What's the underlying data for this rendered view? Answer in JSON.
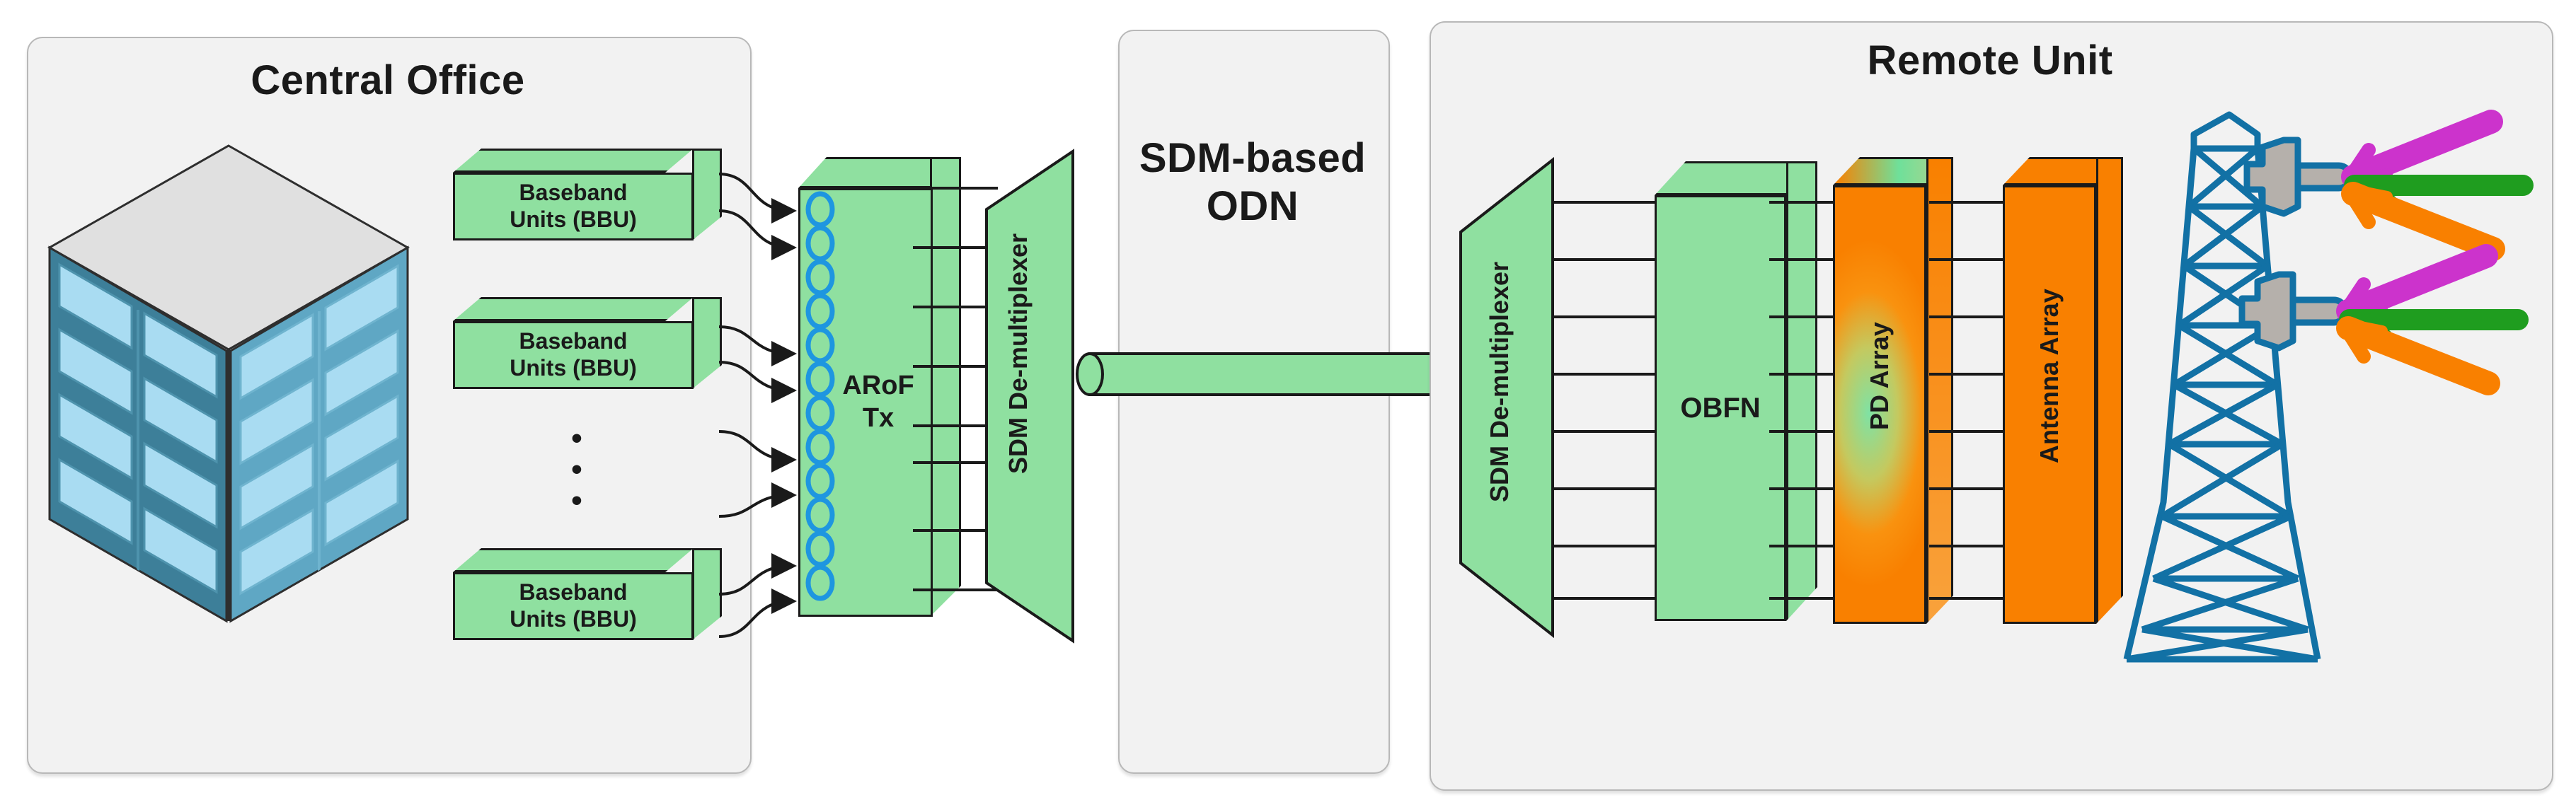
{
  "diagram": {
    "title_hidden": "ARoF fronthaul over SDM-based ODN",
    "colors": {
      "panel_bg": "#f2f2f2",
      "panel_border": "#b8b8b8",
      "green_block": "#8fe0a0",
      "orange_block": "#f98000",
      "fiber_helix_blue": "#1e96e0",
      "tower_blue": "#1271a5",
      "dish_gray": "#b5b0ab",
      "beam_magenta": "#cc33cc",
      "beam_green": "#1f9d1f",
      "beam_orange": "#f98000",
      "building_roof": "#e0e0e0",
      "building_frame": "#5a9ab5",
      "building_dark_face": "#3d7f99",
      "building_window": "#a9dcf2",
      "line_black": "#1a1a1a"
    }
  },
  "central_office": {
    "title": "Central Office",
    "building_icon": "office-building-isometric-icon",
    "bbu_units": [
      {
        "label": "Baseband\nUnits (BBU)",
        "line1": "Baseband",
        "line2": "Units (BBU)"
      },
      {
        "label": "Baseband\nUnits (BBU)",
        "line1": "Baseband",
        "line2": "Units (BBU)"
      },
      {
        "label": "Baseband\nUnits (BBU)",
        "line1": "Baseband",
        "line2": "Units (BBU)"
      }
    ],
    "ellipsis": "•",
    "ellipsis_count": 3,
    "arof_tx": {
      "line1": "ARoF",
      "line2": "Tx",
      "helix_loops": 12
    },
    "sdm_mux": {
      "label": "SDM De-multiplexer"
    },
    "arrow_count": 8,
    "output_line_count": 8
  },
  "odn": {
    "title_line1": "SDM-based",
    "title_line2": "ODN",
    "fiber_link": "sdm-fiber-trunk"
  },
  "remote_unit": {
    "title": "Remote Unit",
    "sdm_demux": {
      "label": "SDM De-multiplexer"
    },
    "obfn": {
      "label": "OBFN"
    },
    "pd_array": {
      "label": "PD Array"
    },
    "antenna_array": {
      "label": "Antenna Array"
    },
    "link_counts": {
      "demux_to_obfn": 8,
      "obfn_to_pd": 8,
      "pd_to_antenna": 8
    },
    "tower": {
      "icon": "cell-tower-icon",
      "dish_count": 2,
      "beams_per_dish": 3,
      "beam_colors": [
        "#cc33cc",
        "#1f9d1f",
        "#f98000"
      ],
      "beam_labels": [
        "magenta-beam",
        "green-beam",
        "orange-beam"
      ]
    }
  }
}
